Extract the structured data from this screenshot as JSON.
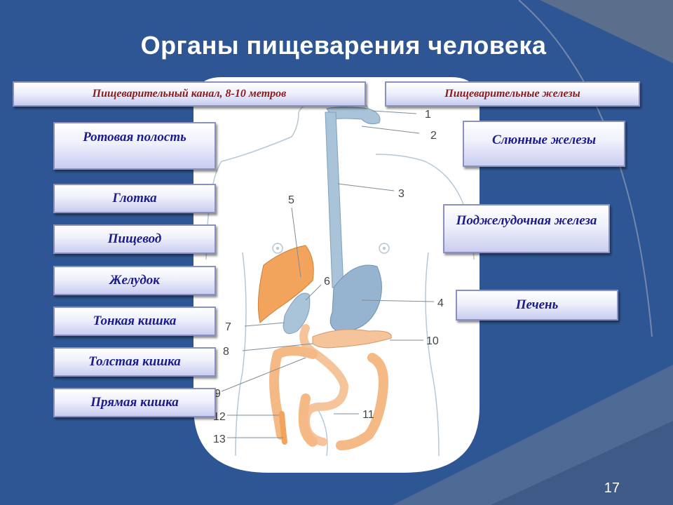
{
  "slide": {
    "title": "Органы пищеварения человека",
    "page_number": "17",
    "colors": {
      "background": "#2f5694",
      "header_text": "#8b1a1a",
      "label_text": "#1b1b8c"
    }
  },
  "headers": {
    "canal": "Пищеварительный канал, 8-10 метров",
    "glands": "Пищеварительные железы"
  },
  "canal_organs": [
    "Ротовая полость",
    "Глотка",
    "Пищевод",
    "Желудок",
    "Тонкая кишка",
    "Толстая кишка",
    "Прямая кишка"
  ],
  "glands": [
    "Слюнные железы",
    "Поджелудочная железа",
    "Печень"
  ],
  "figure_numbers": [
    "1",
    "2",
    "3",
    "4",
    "5",
    "6",
    "7",
    "8",
    "9",
    "10",
    "11",
    "12",
    "13"
  ]
}
